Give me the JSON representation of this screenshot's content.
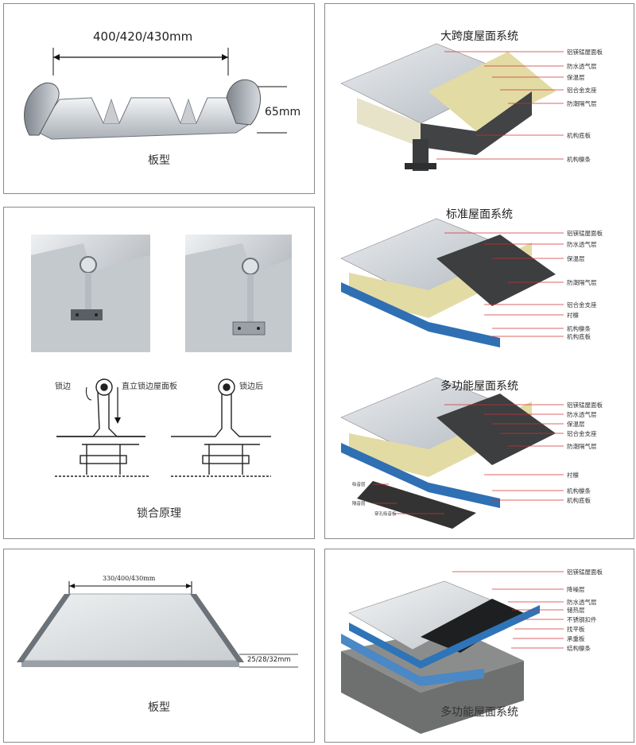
{
  "panel_profile_1": {
    "width_label": "400/420/430mm",
    "height_label": "65mm",
    "caption": "板型"
  },
  "panel_lock": {
    "caption": "锁合原理",
    "label_before": "锁边",
    "label_panel": "直立锁边屋面板",
    "label_after": "锁边后"
  },
  "panel_systems": {
    "system1": {
      "title": "大跨度屋面系统",
      "layers": [
        "铝镁锰屋面板",
        "防水透气层",
        "保温层",
        "铝合金支座",
        "防潮隔气层",
        "机构底板",
        "机构檩条"
      ]
    },
    "system2": {
      "title": "标准屋面系统",
      "layers": [
        "铝镁锰屋面板",
        "防水透气层",
        "保温层",
        "防潮隔气层",
        "铝合金支座",
        "衬檩",
        "机构檩条",
        "机构底板"
      ]
    },
    "system3": {
      "title": "多功能屋面系统",
      "layers": [
        "铝镁锰屋面板",
        "防水透气层",
        "保温层",
        "铝合金支座",
        "防潮隔气层",
        "衬檩",
        "机构檩条",
        "机构底板"
      ],
      "left_layers": [
        "吸音层",
        "隔音层",
        "穿孔吸音板"
      ]
    }
  },
  "panel_profile_2": {
    "width_label": "330/400/430mm",
    "height_label": "25/28/32mm",
    "caption": "板型"
  },
  "panel_multi": {
    "title": "多功能屋面系统",
    "layers": [
      "铝镁锰屋面板",
      "降噪层",
      "防水透气层",
      "储热层",
      "不锈钢扣件",
      "找平板",
      "承重板",
      "结构檩条"
    ]
  }
}
